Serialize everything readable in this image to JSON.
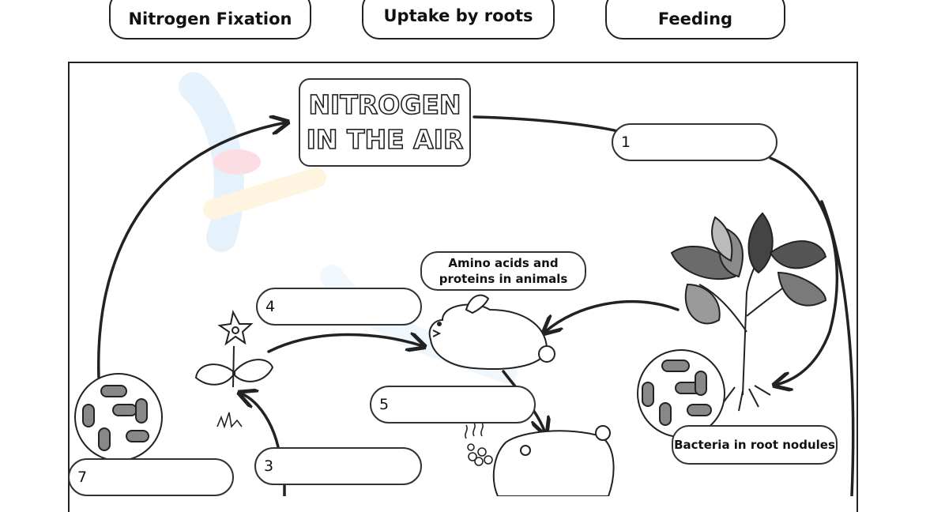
{
  "word_bank": [
    "Nitrogen Fixation",
    "Uptake by roots",
    "Feeding"
  ],
  "title": [
    "NITROGEN",
    "IN THE AIR"
  ],
  "blanks": [
    "1",
    "3",
    "4",
    "5",
    "7"
  ],
  "labels": {
    "animals": "Amino acids and proteins in animals",
    "bacteria": "Bacteria in root nodules"
  },
  "icons": [
    "plant-icon",
    "rabbit-icon",
    "flower-icon",
    "bacteria-circle-icon",
    "grass-icon",
    "pig-icon",
    "watermark-logo"
  ]
}
